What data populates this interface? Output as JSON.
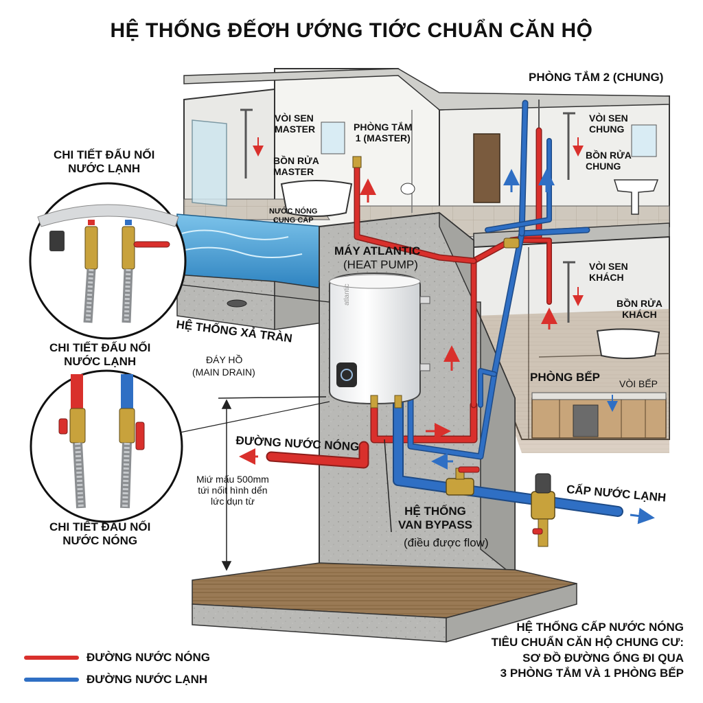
{
  "title": "HỆ THỐNG ĐẾƠH ƯỚNG TIỚC CHUẨN CĂN HỘ",
  "rooms": {
    "bathroom2": "PHÒNG TẮM 2 (CHUNG)",
    "bathroom1": "PHÒNG TẮM\n1 (MASTER)",
    "kitchen": "PHÒNG BẾP"
  },
  "fixtures": {
    "shower_master": "VÒI SEN\nMASTER",
    "sink_master": "BỒN RỬA\nMASTER",
    "hot_supply": "NƯỚC NÓNG\nCUNG CẤP",
    "shower_common": "VÒI SEN\nCHUNG",
    "sink_common": "BỒN RỬA\nCHUNG",
    "shower_guest": "VÒI SEN\nKHÁCH",
    "sink_guest": "BỒN RỬA\nKHÁCH",
    "kitchen_faucet": "VÒI BẾP"
  },
  "heater": {
    "label": "MÁY ATLANTIC",
    "sublabel": "(HEAT PUMP)",
    "brand": "atlantic"
  },
  "details": {
    "cold_connection_1": "CHI TIẾT ĐẤU NỐI\nNƯỚC LẠNH",
    "cold_connection_2": "CHI TIẾT ĐẤU NỐI\nNƯỚC LẠNH",
    "hot_connection": "CHI TIẾT ĐẤU NỐI\nNƯỚC NÓNG"
  },
  "pool": {
    "overflow": "HỆ THỐNG XẢ TRÀN",
    "main_drain": "ĐÁY HỒ",
    "main_drain_sub": "(MAIN DRAIN)"
  },
  "pipes": {
    "hot_water": "ĐƯỜNG NƯỚC NÓNG",
    "cold_supply": "CẤP NƯỚC LẠNH"
  },
  "bypass": {
    "title": "HỆ THỐNG\nVAN BYPASS",
    "sub": "(điều được flow)"
  },
  "dimension_note": "Miứ mấu 500mm\ntứi nốit hình dển\nlức dụn từ",
  "caption": "HỆ THỐNG CẤP NƯỚC NÓNG\nTIÊU CHUẨN CĂN HỘ CHUNG CƯ:\nSƠ ĐỒ ĐƯỜNG ỐNG ĐI QUA\n3 PHÒNG TẮM VÀ 1 PHÒNG BẾP",
  "legend": {
    "hot": "ĐƯỜNG NƯỚC NÓNG",
    "cold": "ĐƯỜNG NƯỚC LẠNH",
    "hot_color": "#d9302c",
    "cold_color": "#2f6fc4"
  }
}
